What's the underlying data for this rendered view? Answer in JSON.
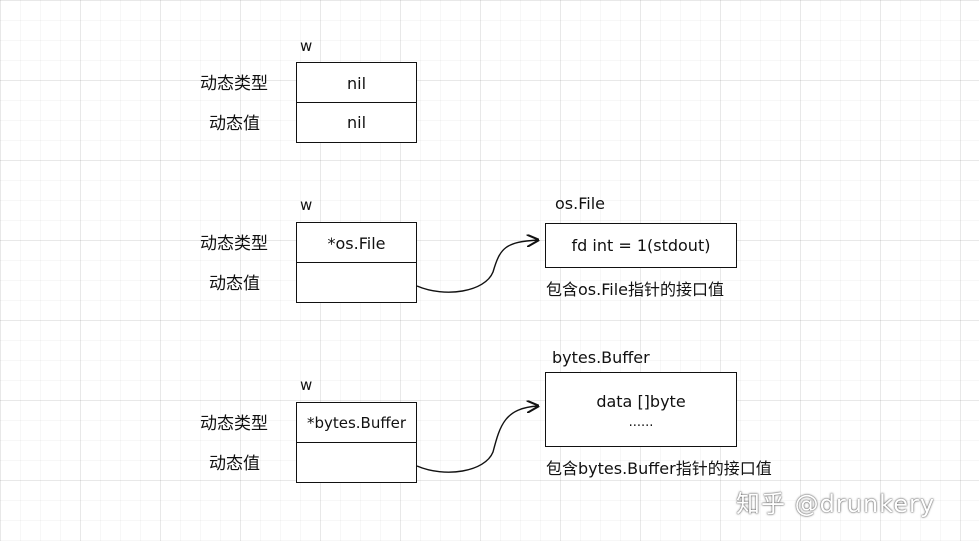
{
  "diagram": {
    "groups": [
      {
        "var_label": "w",
        "type_label": "动态类型",
        "value_label": "动态值",
        "type_cell": "nil",
        "value_cell": "nil"
      },
      {
        "var_label": "w",
        "type_label": "动态类型",
        "value_label": "动态值",
        "type_cell": "*os.File",
        "value_cell": "",
        "target_title": "os.File",
        "target_lines": [
          "fd int = 1(stdout)"
        ],
        "caption": "包含os.File指针的接口值"
      },
      {
        "var_label": "w",
        "type_label": "动态类型",
        "value_label": "动态值",
        "type_cell": "*bytes.Buffer",
        "value_cell": "",
        "target_title": "bytes.Buffer",
        "target_lines": [
          "data []byte",
          "......"
        ],
        "caption": "包含bytes.Buffer指针的接口值"
      }
    ],
    "watermark": "知乎 @drunkery"
  }
}
